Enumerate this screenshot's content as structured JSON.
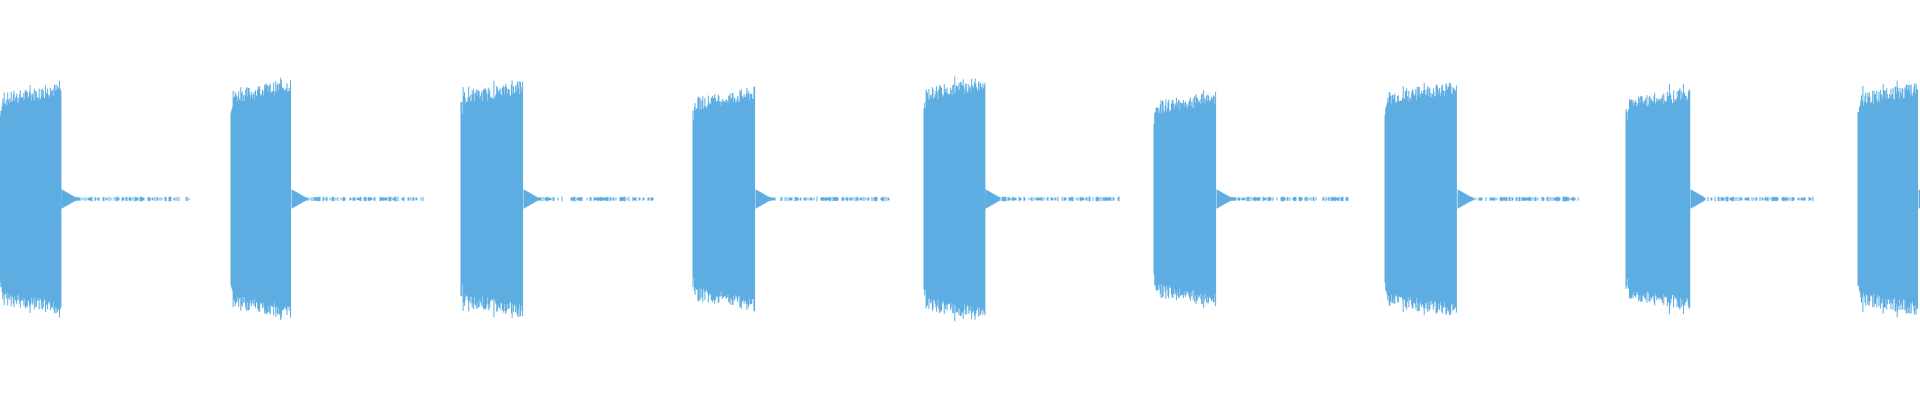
{
  "colors": {
    "background": "#ffffff",
    "waveform": "#5dade2"
  },
  "waveform": {
    "burst_count": 9,
    "bursts": [
      {
        "amplitude": 0.52
      },
      {
        "amplitude": 0.54
      },
      {
        "amplitude": 0.53
      },
      {
        "amplitude": 0.5
      },
      {
        "amplitude": 0.55
      },
      {
        "amplitude": 0.48
      },
      {
        "amplitude": 0.53
      },
      {
        "amplitude": 0.5
      },
      {
        "amplitude": 0.52
      }
    ],
    "silence_amplitude": 0.01
  }
}
